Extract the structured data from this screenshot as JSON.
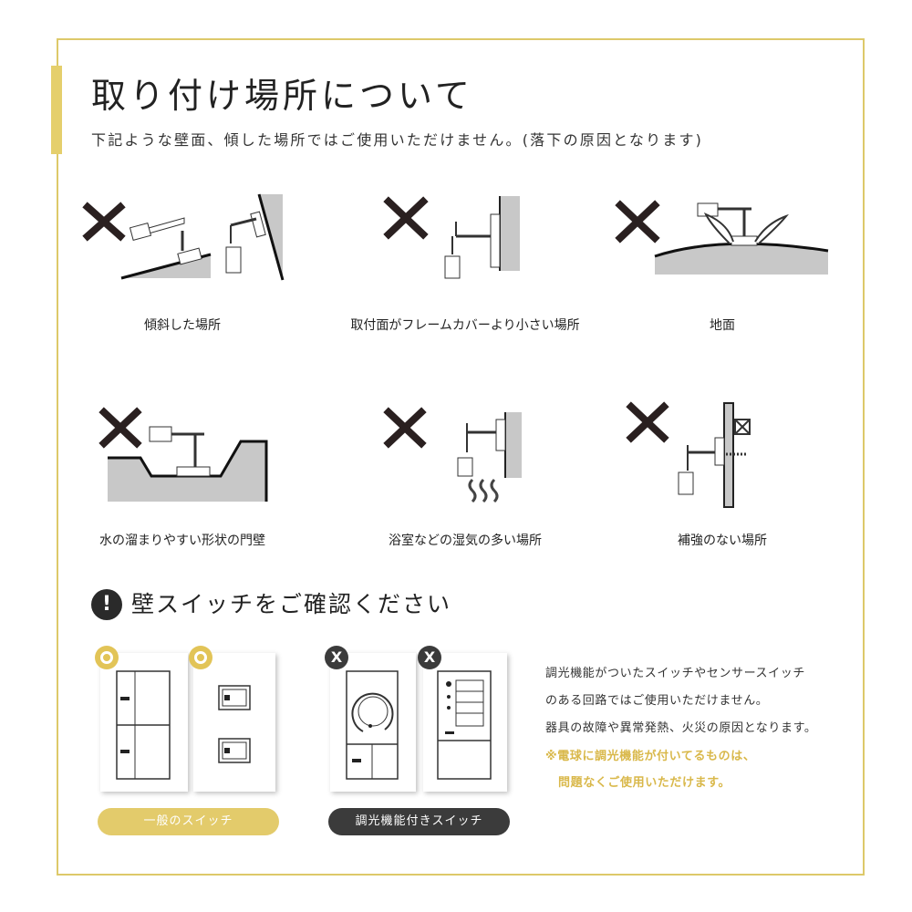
{
  "header": {
    "title": "取り付け場所について",
    "subtitle": "下記ような壁面、傾した場所ではご使用いただけません。(落下の原因となります)"
  },
  "locations": [
    {
      "label": "傾斜した場所",
      "icon": "tilted-surface-icon"
    },
    {
      "label": "取付面がフレームカバーより小さい場所",
      "icon": "small-mount-surface-icon"
    },
    {
      "label": "地面",
      "icon": "ground-icon"
    },
    {
      "label": "水の溜まりやすい形状の門壁",
      "icon": "water-pooling-wall-icon"
    },
    {
      "label": "浴室などの湿気の多い場所",
      "icon": "humid-bathroom-icon"
    },
    {
      "label": "補強のない場所",
      "icon": "unreinforced-wall-icon"
    }
  ],
  "section2": {
    "icon_mark": "!",
    "title": "壁スイッチをご確認ください"
  },
  "switches": {
    "ok_label": "一般のスイッチ",
    "ng_label": "調光機能付きスイッチ",
    "ng_mark": "X"
  },
  "notes": {
    "line1": "調光機能がついたスイッチやセンサースイッチ",
    "line2": "のある回路ではご使用いただけません。",
    "line3": "器具の故障や異常発熱、火災の原因となります。",
    "line4": "※電球に調光機能が付いてるものは、",
    "line5": "問題なくご使用いただけます。"
  },
  "colors": {
    "accent_gold": "#e2c457",
    "dark": "#3b3b3b",
    "border": "#ddc96a",
    "wall_gray": "#c8c8c8"
  }
}
